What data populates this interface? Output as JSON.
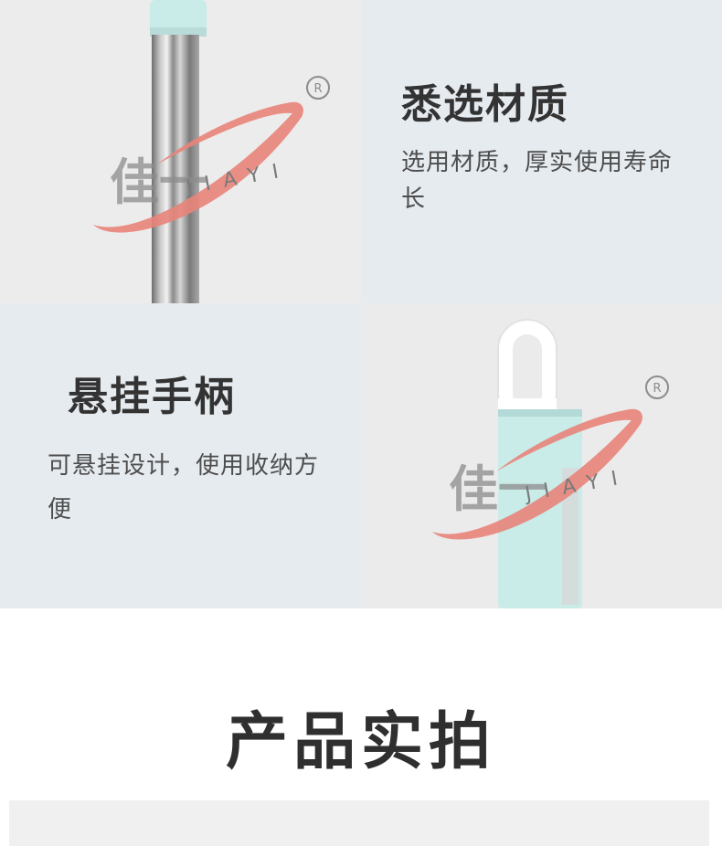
{
  "features": [
    {
      "title": "悉选材质",
      "description": "选用材质，厚实使用寿命长"
    },
    {
      "title": "悬挂手柄",
      "description": "可悬挂设计，使用收纳方便"
    }
  ],
  "watermark": {
    "brand_cn": "佳一",
    "brand_en": "JIAYI",
    "registered": "®",
    "swoosh_color": "#e8847a",
    "text_color": "#8c8c8c"
  },
  "section": {
    "heading": "产品实拍"
  },
  "colors": {
    "handle_teal": "#c9ece8",
    "steel": "#b7b7b7",
    "panel_blue": "#e6ebf0",
    "panel_gray": "#ececec"
  },
  "icons": {
    "trademark": "registered-trademark-icon"
  }
}
